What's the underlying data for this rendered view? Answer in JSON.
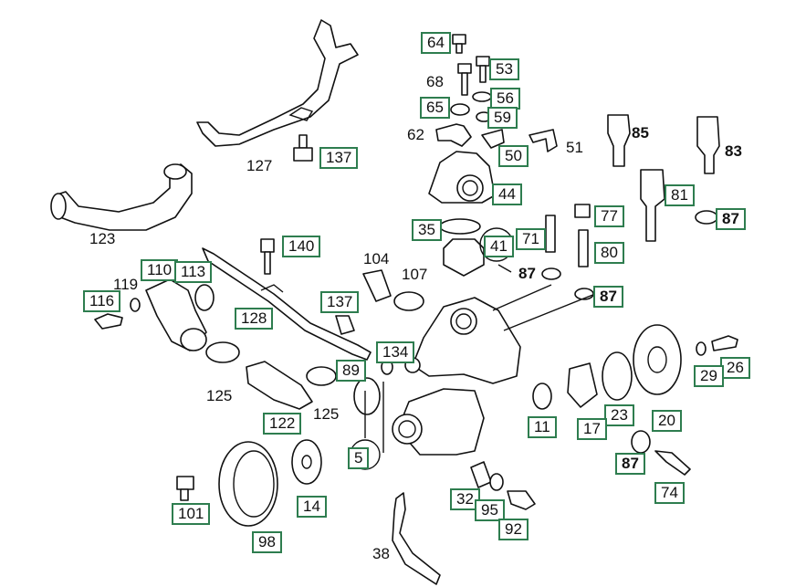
{
  "labels": {
    "l64": "64",
    "l53": "53",
    "l68": "68",
    "l56": "56",
    "l65": "65",
    "l59": "59",
    "l62": "62",
    "l50": "50",
    "l51": "51",
    "l85": "85",
    "l83": "83",
    "l137a": "137",
    "l127": "127",
    "l44": "44",
    "l81": "81",
    "l87a": "87",
    "l77": "77",
    "l35": "35",
    "l71": "71",
    "l41": "41",
    "l123": "123",
    "l140": "140",
    "l80": "80",
    "l104": "104",
    "l87b": "87",
    "l107": "107",
    "l110": "110",
    "l113": "113",
    "l119": "119",
    "l87c": "87",
    "l116": "116",
    "l137b": "137",
    "l128": "128",
    "l134": "134",
    "l89": "89",
    "l26": "26",
    "l29": "29",
    "l125a": "125",
    "l125b": "125",
    "l23": "23",
    "l20": "20",
    "l122": "122",
    "l11": "11",
    "l17": "17",
    "l5": "5",
    "l87d": "87",
    "l74": "74",
    "l101": "101",
    "l32": "32",
    "l14": "14",
    "l95": "95",
    "l92": "92",
    "l98": "98",
    "l38": "38"
  }
}
